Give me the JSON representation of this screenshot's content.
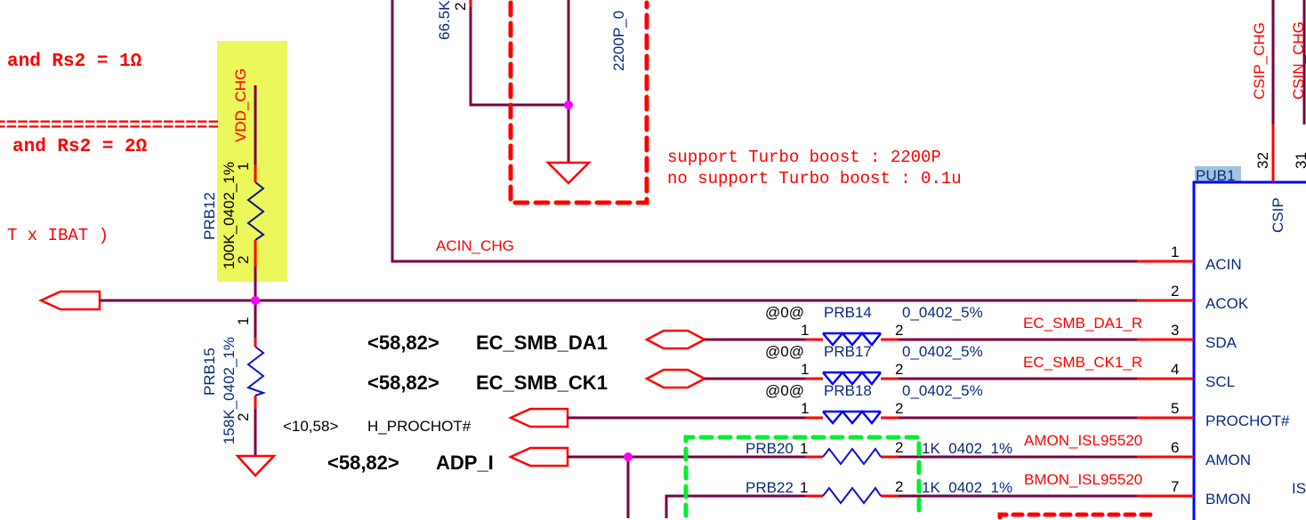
{
  "notes": {
    "rs2_1": "and Rs2 = 1Ω",
    "separator": "====================",
    "rs2_2": "and Rs2 = 2Ω",
    "formula_tail": "T  x IBAT )",
    "turbo_support": "support Turbo boost : 2200P",
    "turbo_no_support": "no support Turbo boost : 0.1u"
  },
  "nets": {
    "vdd_chg": "VDD_CHG",
    "acin_chg": "ACIN_CHG",
    "csip_chg": "CSIP_CHG",
    "csin_chg": "CSIN_CHG",
    "ec_smb_da1_r": "EC_SMB_DA1_R",
    "ec_smb_ck1_r": "EC_SMB_CK1_R",
    "amon": "AMON_ISL95520",
    "bmon": "BMON_ISL95520"
  },
  "components": {
    "prb12": {
      "ref": "PRB12",
      "value": "100K_0402_1%",
      "pin1": "1",
      "pin2": "2"
    },
    "prb15": {
      "ref": "PRB15",
      "value": "158K_0402_1%",
      "pin1": "1",
      "pin2": "2"
    },
    "r_top": {
      "value": "66.5K",
      "pin": "2"
    },
    "c_top": {
      "value": "2200P_0"
    },
    "prb14": {
      "ref": "PRB14",
      "value": "0_0402_5%",
      "opt": "@0@",
      "pin1": "1",
      "pin2": "2"
    },
    "prb17": {
      "ref": "PRB17",
      "value": "0_0402_5%",
      "opt": "@0@",
      "pin1": "1",
      "pin2": "2"
    },
    "prb18": {
      "ref": "PRB18",
      "value": "0_0402_5%",
      "opt": "@0@",
      "pin1": "1",
      "pin2": "2"
    },
    "prb20": {
      "ref": "PRB20",
      "value": "1K_0402_1%",
      "pin1": "1",
      "pin2": "2"
    },
    "prb22": {
      "ref": "PRB22",
      "value": "1K_0402_1%",
      "pin1": "1",
      "pin2": "2"
    }
  },
  "offpage": {
    "da1_ref": "<58,82>",
    "da1": "EC_SMB_DA1",
    "ck1_ref": "<58,82>",
    "ck1": "EC_SMB_CK1",
    "prochot_ref": "<10,58>",
    "prochot": "H_PROCHOT#",
    "adp_ref": "<58,82>",
    "adp": "ADP_I"
  },
  "ic": {
    "ref": "PUB1",
    "part_partial": "IS",
    "top_pins": [
      {
        "num": "32",
        "name": "CSIP"
      },
      {
        "num": "31"
      }
    ],
    "pins": [
      {
        "num": "1",
        "name": "ACIN"
      },
      {
        "num": "2",
        "name": "ACOK"
      },
      {
        "num": "3",
        "name": "SDA"
      },
      {
        "num": "4",
        "name": "SCL"
      },
      {
        "num": "5",
        "name": "PROCHOT#"
      },
      {
        "num": "6",
        "name": "AMON"
      },
      {
        "num": "7",
        "name": "BMON"
      }
    ]
  }
}
